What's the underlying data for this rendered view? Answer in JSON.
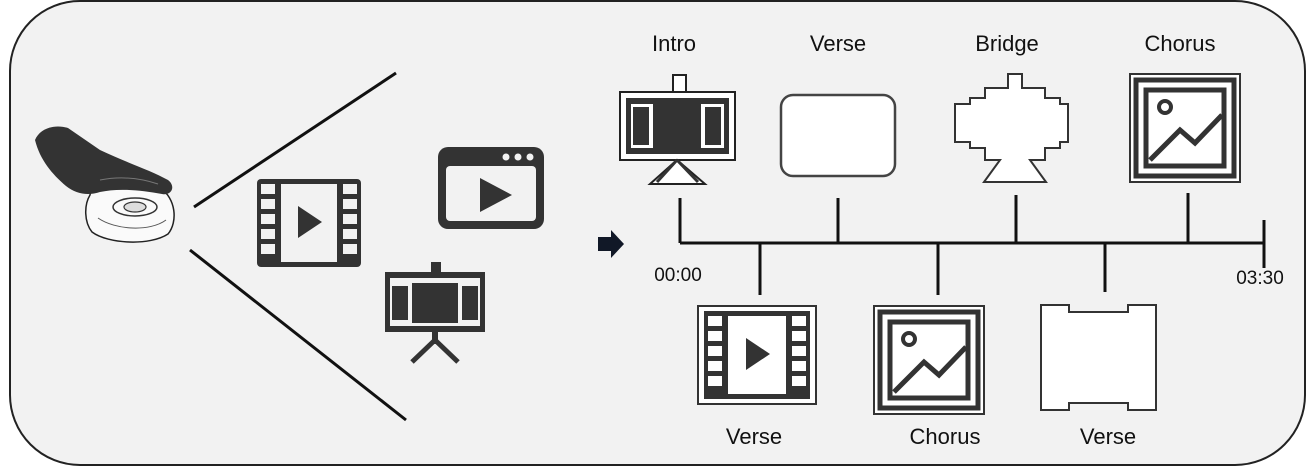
{
  "diagram": {
    "top_segments": [
      {
        "label": "Intro",
        "icon": "presentation-board-icon"
      },
      {
        "label": "Verse",
        "icon": "rounded-rectangle-icon"
      },
      {
        "label": "Bridge",
        "icon": "presentation-board-outline-icon"
      },
      {
        "label": "Chorus",
        "icon": "image-frame-icon"
      }
    ],
    "bottom_segments": [
      {
        "label": "Verse",
        "icon": "film-strip-icon"
      },
      {
        "label": "Chorus",
        "icon": "image-frame-icon"
      },
      {
        "label": "Verse",
        "icon": "film-frame-outline-icon"
      }
    ],
    "timeline": {
      "start_label": "00:00",
      "end_label": "03:30"
    },
    "input_icons": [
      "hand-on-mouse-icon",
      "film-strip-icon",
      "video-player-icon",
      "presentation-board-icon"
    ],
    "colors": {
      "panel_bg": "#f2f2f2",
      "icon_dark": "#333333",
      "line": "#111111"
    }
  }
}
